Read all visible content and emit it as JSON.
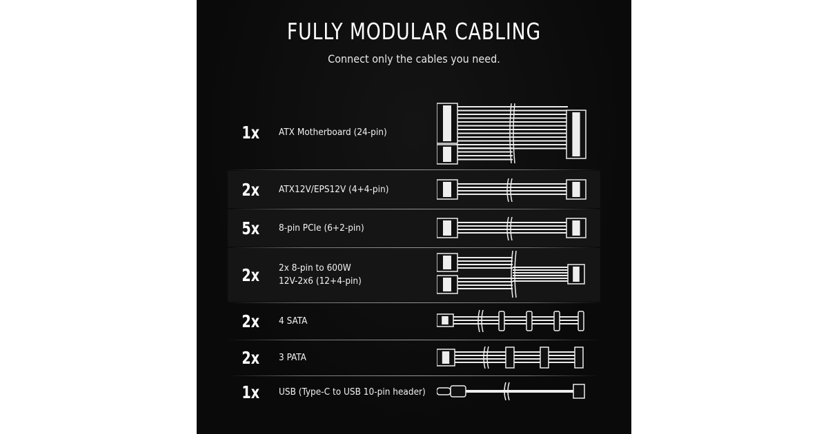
{
  "title": "FULLY MODULAR CABLING",
  "subtitle": "Connect only the cables you need.",
  "cables": [
    {
      "qty": "1x",
      "label": "ATX Motherboard (24-pin)",
      "label2": "",
      "icon": "atx-24pin-cable-icon"
    },
    {
      "qty": "2x",
      "label": "ATX12V/EPS12V (4+4-pin)",
      "label2": "",
      "icon": "eps-cable-icon"
    },
    {
      "qty": "5x",
      "label": "8-pin PCIe (6+2-pin)",
      "label2": "",
      "icon": "pcie-cable-icon"
    },
    {
      "qty": "2x",
      "label": "2x 8-pin to 600W",
      "label2": "12V-2x6 (12+4-pin)",
      "icon": "12v-2x6-cable-icon"
    },
    {
      "qty": "2x",
      "label": "4 SATA",
      "label2": "",
      "icon": "sata-cable-icon"
    },
    {
      "qty": "2x",
      "label": "3 PATA",
      "label2": "",
      "icon": "pata-cable-icon"
    },
    {
      "qty": "1x",
      "label": "USB (Type-C to USB 10-pin header)",
      "label2": "",
      "icon": "usb-cable-icon"
    }
  ]
}
